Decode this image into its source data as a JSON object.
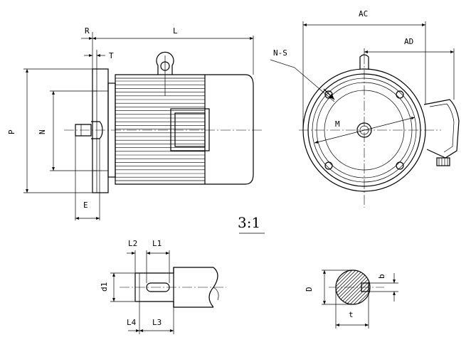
{
  "labels": {
    "R": "R",
    "L": "L",
    "T": "T",
    "P": "P",
    "N": "N",
    "E": "E",
    "AC": "AC",
    "AD": "AD",
    "NS": "N-S",
    "M": "M",
    "scale": "3:1",
    "L2": "L2",
    "L1": "L1",
    "d1": "d1",
    "L4": "L4",
    "L3": "L3",
    "D": "D",
    "b": "b",
    "t": "t"
  }
}
